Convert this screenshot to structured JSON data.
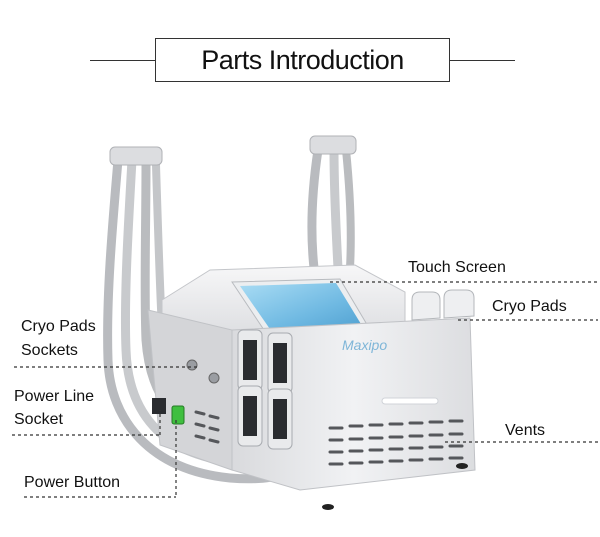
{
  "title": "Parts Introduction",
  "labels": {
    "touch_screen": "Touch Screen",
    "cryo_pads": "Cryo Pads",
    "cryo_pads_sockets_line1": "Cryo Pads",
    "cryo_pads_sockets_line2": "Sockets",
    "power_line_socket_line1": "Power Line",
    "power_line_socket_line2": "Socket",
    "vents": "Vents",
    "power_button": "Power Button"
  },
  "device_brand": "Maxipo",
  "colors": {
    "screen": "#7fc4e8",
    "power_button": "#3fbf3f",
    "body": "#e8e9eb",
    "indicator": "#ffffff"
  }
}
